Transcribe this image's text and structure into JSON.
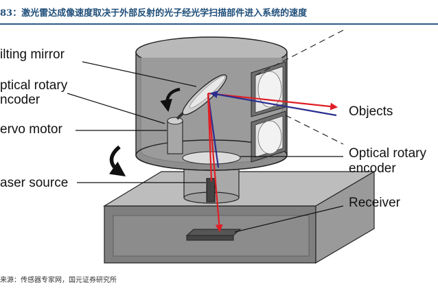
{
  "caption": "83：激光雷达成像速度取决于外部反射的光子经光学扫描部件进入系统的速度",
  "labels": {
    "tilting_mirror": "ilting mirror",
    "optical_rotary_encoder_left_line1": "ptical rotary",
    "optical_rotary_encoder_left_line2": "ncoder",
    "servo_motor": "ervo motor",
    "laser_source": "aser source",
    "objects": "Objects",
    "optical_rotary_encoder_right_line1": "Optical rotary",
    "optical_rotary_encoder_right_line2": "encoder",
    "receiver": "Receiver"
  },
  "source": "来源：传感器专家网，国元证券研究所",
  "colors": {
    "caption": "#1f4e79",
    "laser_beam": "#e01e25",
    "return_beam": "#2b2e8f",
    "housing": "#8e8e8e",
    "housing_light": "#cfcfcf"
  }
}
